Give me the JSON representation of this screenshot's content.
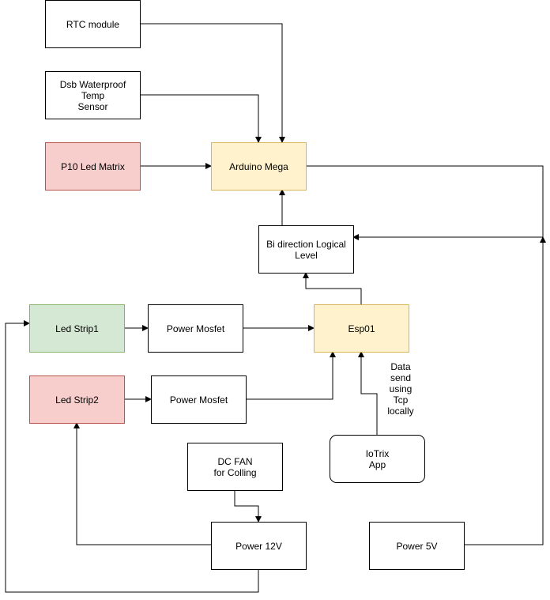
{
  "nodes": {
    "rtc": "RTC module",
    "temp_sensor": "Dsb Waterproof\nTemp\nSensor",
    "led_matrix": "P10 Led Matrix",
    "arduino": "Arduino Mega",
    "logic_level": "Bi direction Logical\nLevel",
    "led_strip1": "Led Strip1",
    "mosfet1": "Power Mosfet",
    "esp01": "Esp01",
    "led_strip2": "Led Strip2",
    "mosfet2": "Power Mosfet",
    "iotrix_app": "IoTrix\nApp",
    "dc_fan": "DC FAN\nfor Colling",
    "power_12v": "Power 12V",
    "power_5v": "Power 5V"
  },
  "edge_labels": {
    "app_to_esp": "Data\nsend\nusing\nTcp\nlocally"
  },
  "colors": {
    "yellow_fill": "#fff2cc",
    "red_fill": "#f8cecc",
    "green_fill": "#d5e8d4",
    "line": "#000000"
  }
}
